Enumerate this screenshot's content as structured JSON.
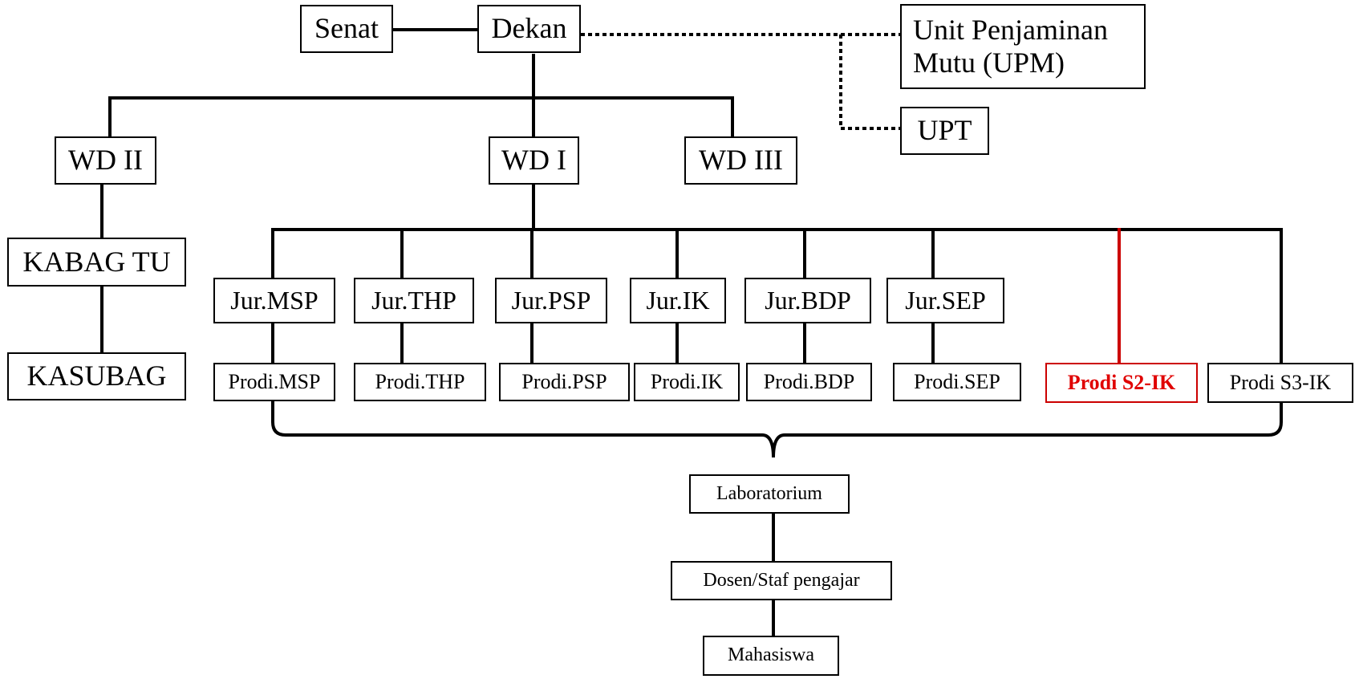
{
  "org_chart": {
    "top": {
      "senat": "Senat",
      "dekan": "Dekan",
      "upm": "Unit Penjaminan Mutu (UPM)",
      "upt": "UPT"
    },
    "wakil_dekan": {
      "wd1": "WD I",
      "wd2": "WD II",
      "wd3": "WD III"
    },
    "admin": {
      "kabag_tu": "KABAG TU",
      "kasubag": "KASUBAG"
    },
    "jurusan": [
      "Jur.MSP",
      "Jur.THP",
      "Jur.PSP",
      "Jur.IK",
      "Jur.BDP",
      "Jur.SEP"
    ],
    "prodi": [
      "Prodi.MSP",
      "Prodi.THP",
      "Prodi.PSP",
      "Prodi.IK",
      "Prodi.BDP",
      "Prodi.SEP",
      "Prodi S2-IK",
      "Prodi S3-IK"
    ],
    "bottom": {
      "laboratorium": "Laboratorium",
      "dosen": "Dosen/Staf pengajar",
      "mahasiswa": "Mahasiswa"
    },
    "colors": {
      "line": "#000000",
      "highlight": "#cc0000",
      "highlight_text": "#e00000"
    }
  }
}
